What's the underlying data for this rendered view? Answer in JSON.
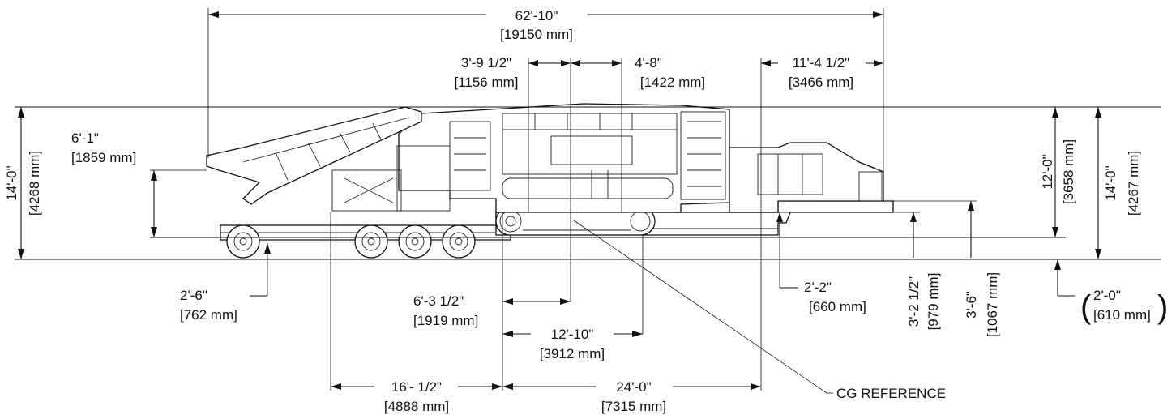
{
  "dimensions": {
    "overall_length": {
      "imperial": "62'-10\"",
      "metric": "[19150 mm]"
    },
    "cg_offset_a": {
      "imperial": "3'-9 1/2\"",
      "metric": "[1156 mm]"
    },
    "cg_offset_b": {
      "imperial": "4'-8\"",
      "metric": "[1422 mm]"
    },
    "rear_overhang": {
      "imperial": "11'-4 1/2\"",
      "metric": "[3466 mm]"
    },
    "conveyor_height": {
      "imperial": "6'-1\"",
      "metric": "[1859 mm]"
    },
    "overall_height_left": {
      "imperial": "14'-0\"",
      "metric": "[4268 mm]"
    },
    "machine_height": {
      "imperial": "12'-0\"",
      "metric": "[3658 mm]"
    },
    "overall_height_right": {
      "imperial": "14'-0\"",
      "metric": "[4267 mm]"
    },
    "front_axle_offset": {
      "imperial": "2'-6\"",
      "metric": "[762 mm]"
    },
    "track_to_cg": {
      "imperial": "6'-3 1/2\"",
      "metric": "[1919 mm]"
    },
    "track_length": {
      "imperial": "12'-10\"",
      "metric": "[3912 mm]"
    },
    "deck_step": {
      "imperial": "2'-2\"",
      "metric": "[660 mm]"
    },
    "deck_height": {
      "imperial": "3'-2 1/2\"",
      "metric": "[979 mm]"
    },
    "gooseneck_height": {
      "imperial": "3'-6\"",
      "metric": "[1067 mm]"
    },
    "ground_clearance": {
      "imperial": "2'-0\"",
      "metric": "[610 mm]"
    },
    "axles_to_track": {
      "imperial": "16'- 1/2\"",
      "metric": "[4888 mm]"
    },
    "track_to_neck": {
      "imperial": "24'-0\"",
      "metric": "[7315 mm]"
    }
  },
  "labels": {
    "cg_reference": "CG REFERENCE",
    "paren_open": "(",
    "paren_close": ")"
  }
}
